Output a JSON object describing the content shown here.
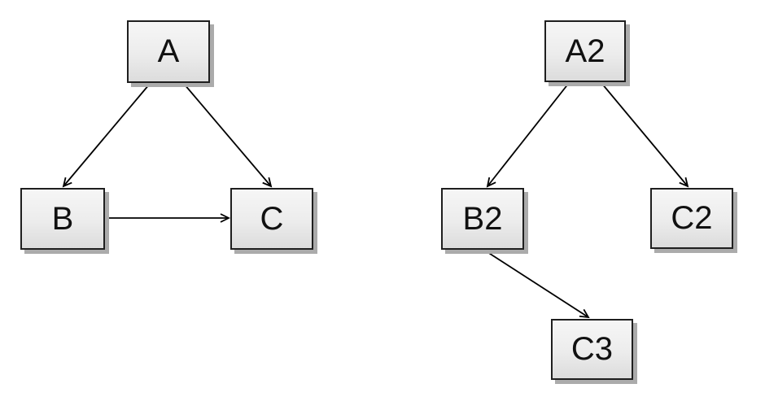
{
  "colors": {
    "background": "#ffffff",
    "node_border": "#1f1f1f",
    "node_fill_top": "#f6f6f6",
    "node_fill_bottom": "#dcdcdc",
    "node_shadow": "#ababab",
    "edge": "#000000",
    "label_text": "#111111"
  },
  "nodes": {
    "A": {
      "label": "A"
    },
    "B": {
      "label": "B"
    },
    "C": {
      "label": "C"
    },
    "A2": {
      "label": "A2"
    },
    "B2": {
      "label": "B2"
    },
    "C2": {
      "label": "C2"
    },
    "C3": {
      "label": "C3"
    }
  },
  "graphs": [
    {
      "name": "left-graph",
      "node_ids": [
        "A",
        "B",
        "C"
      ],
      "edges": [
        {
          "from": "A",
          "to": "B"
        },
        {
          "from": "A",
          "to": "C"
        },
        {
          "from": "B",
          "to": "C"
        }
      ]
    },
    {
      "name": "right-graph",
      "node_ids": [
        "A2",
        "B2",
        "C2",
        "C3"
      ],
      "edges": [
        {
          "from": "A2",
          "to": "B2"
        },
        {
          "from": "A2",
          "to": "C2"
        },
        {
          "from": "B2",
          "to": "C3"
        }
      ]
    }
  ]
}
